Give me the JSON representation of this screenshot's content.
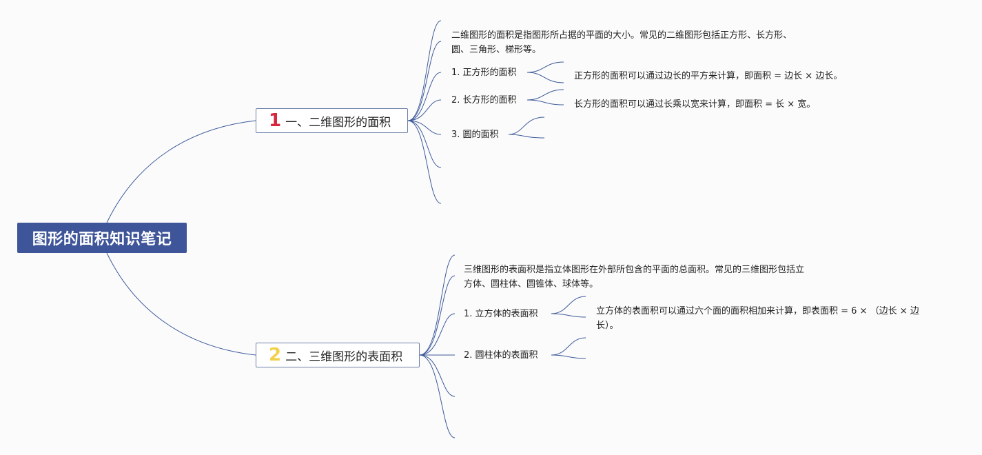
{
  "root": {
    "label": "图形的面积知识笔记",
    "color": "#3f5599"
  },
  "topics": [
    {
      "number": "1",
      "number_color": "#d7263d",
      "label": "一、二维图形的面积",
      "intro": "二维图形的面积是指图形所占据的平面的大小。常见的二维图形包括正方形、长方形、圆、三角形、梯形等。",
      "items": [
        {
          "label": "1. 正方形的面积",
          "detail": "正方形的面积可以通过边长的平方来计算，即面积 = 边长 × 边长。"
        },
        {
          "label": "2. 长方形的面积",
          "detail": "长方形的面积可以通过长乘以宽来计算，即面积 = 长 × 宽。"
        },
        {
          "label": "3. 圆的面积",
          "detail": ""
        }
      ]
    },
    {
      "number": "2",
      "number_color": "#f2d14a",
      "label": "二、三维图形的表面积",
      "intro": "三维图形的表面积是指立体图形在外部所包含的平面的总面积。常见的三维图形包括立方体、圆柱体、圆锥体、球体等。",
      "items": [
        {
          "label": "1. 立方体的表面积",
          "detail": "立方体的表面积可以通过六个面的面积相加来计算，即表面积 = 6 × （边长 × 边长）。"
        },
        {
          "label": "2. 圆柱体的表面积",
          "detail": ""
        }
      ]
    }
  ],
  "line_color": "#3d5a9a"
}
